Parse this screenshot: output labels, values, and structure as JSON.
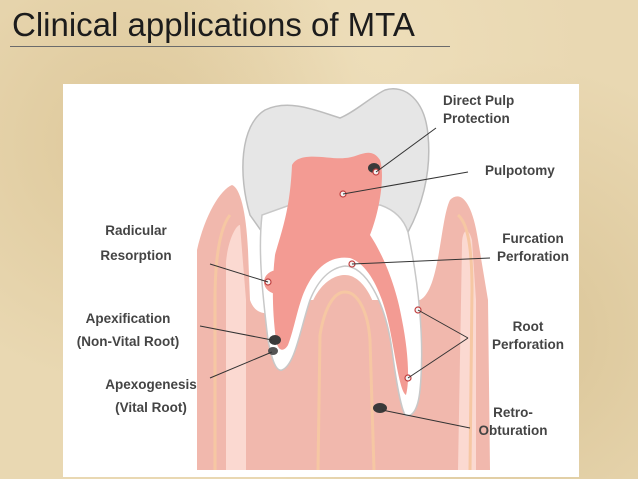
{
  "slide": {
    "title": "Clinical applications of MTA"
  },
  "labels": {
    "direct_pulp": [
      "Direct Pulp",
      "Protection"
    ],
    "pulpotomy": [
      "Pulpotomy"
    ],
    "furcation": [
      "Furcation",
      "Perforation"
    ],
    "root_perforation": [
      "Root",
      "Perforation"
    ],
    "retro": [
      "Retro-",
      "Obturation"
    ],
    "radicular": [
      "Radicular",
      "Resorption"
    ],
    "apexification": [
      "Apexification",
      "(Non-Vital  Root)"
    ],
    "apexogenesis": [
      "Apexogenesis",
      "(Vital Root)"
    ]
  },
  "colors": {
    "gum": "#f1b8ad",
    "gum_light": "#fbd9d1",
    "bone_line": "#f6c7a3",
    "enamel": "#e6e6e6",
    "dentin": "#ffffff",
    "pulp": "#f39b93",
    "mta": "#3a3a3a",
    "leader": "#333333",
    "label_text": "#444444"
  }
}
